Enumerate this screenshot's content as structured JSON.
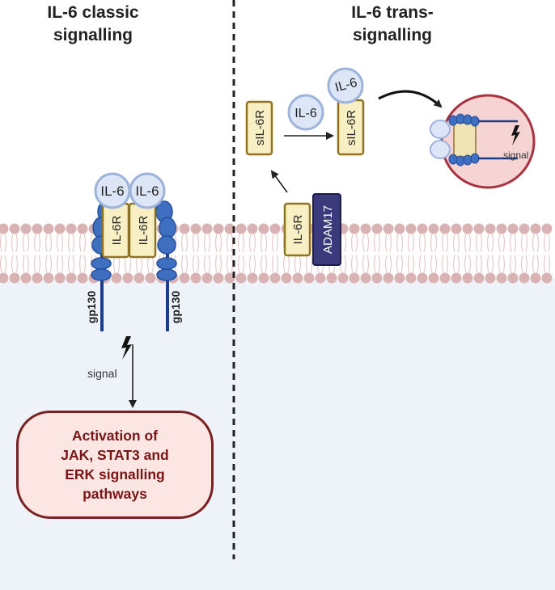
{
  "titles": {
    "classic": "IL-6 classic\nsignalling",
    "trans": "IL-6 trans-\nsignalling"
  },
  "labels": {
    "il6": "IL-6",
    "il6r": "IL-6R",
    "sil6r": "sIL-6R",
    "gp130": "gp130",
    "adam17": "ADAM17",
    "signal": "signal"
  },
  "outcome": "Activation of\nJAK, STAT3 and\nERK signalling\npathways",
  "colors": {
    "il6_fill": "#dde6f6",
    "il6_stroke": "#9db3dc",
    "receptor_fill": "#f8efc4",
    "receptor_stroke": "#8e7420",
    "gp130_fill": "#3f6fc1",
    "gp130_stem": "#1c3e86",
    "adam17_fill": "#3a3a7c",
    "membrane_head": "#d9b3b3",
    "cytoplasm": "#eef3f9",
    "outcome_fill": "#fbe6e4",
    "outcome_stroke": "#7a2020",
    "cell_fill": "#f7d4d4",
    "cell_stroke": "#a83240"
  }
}
